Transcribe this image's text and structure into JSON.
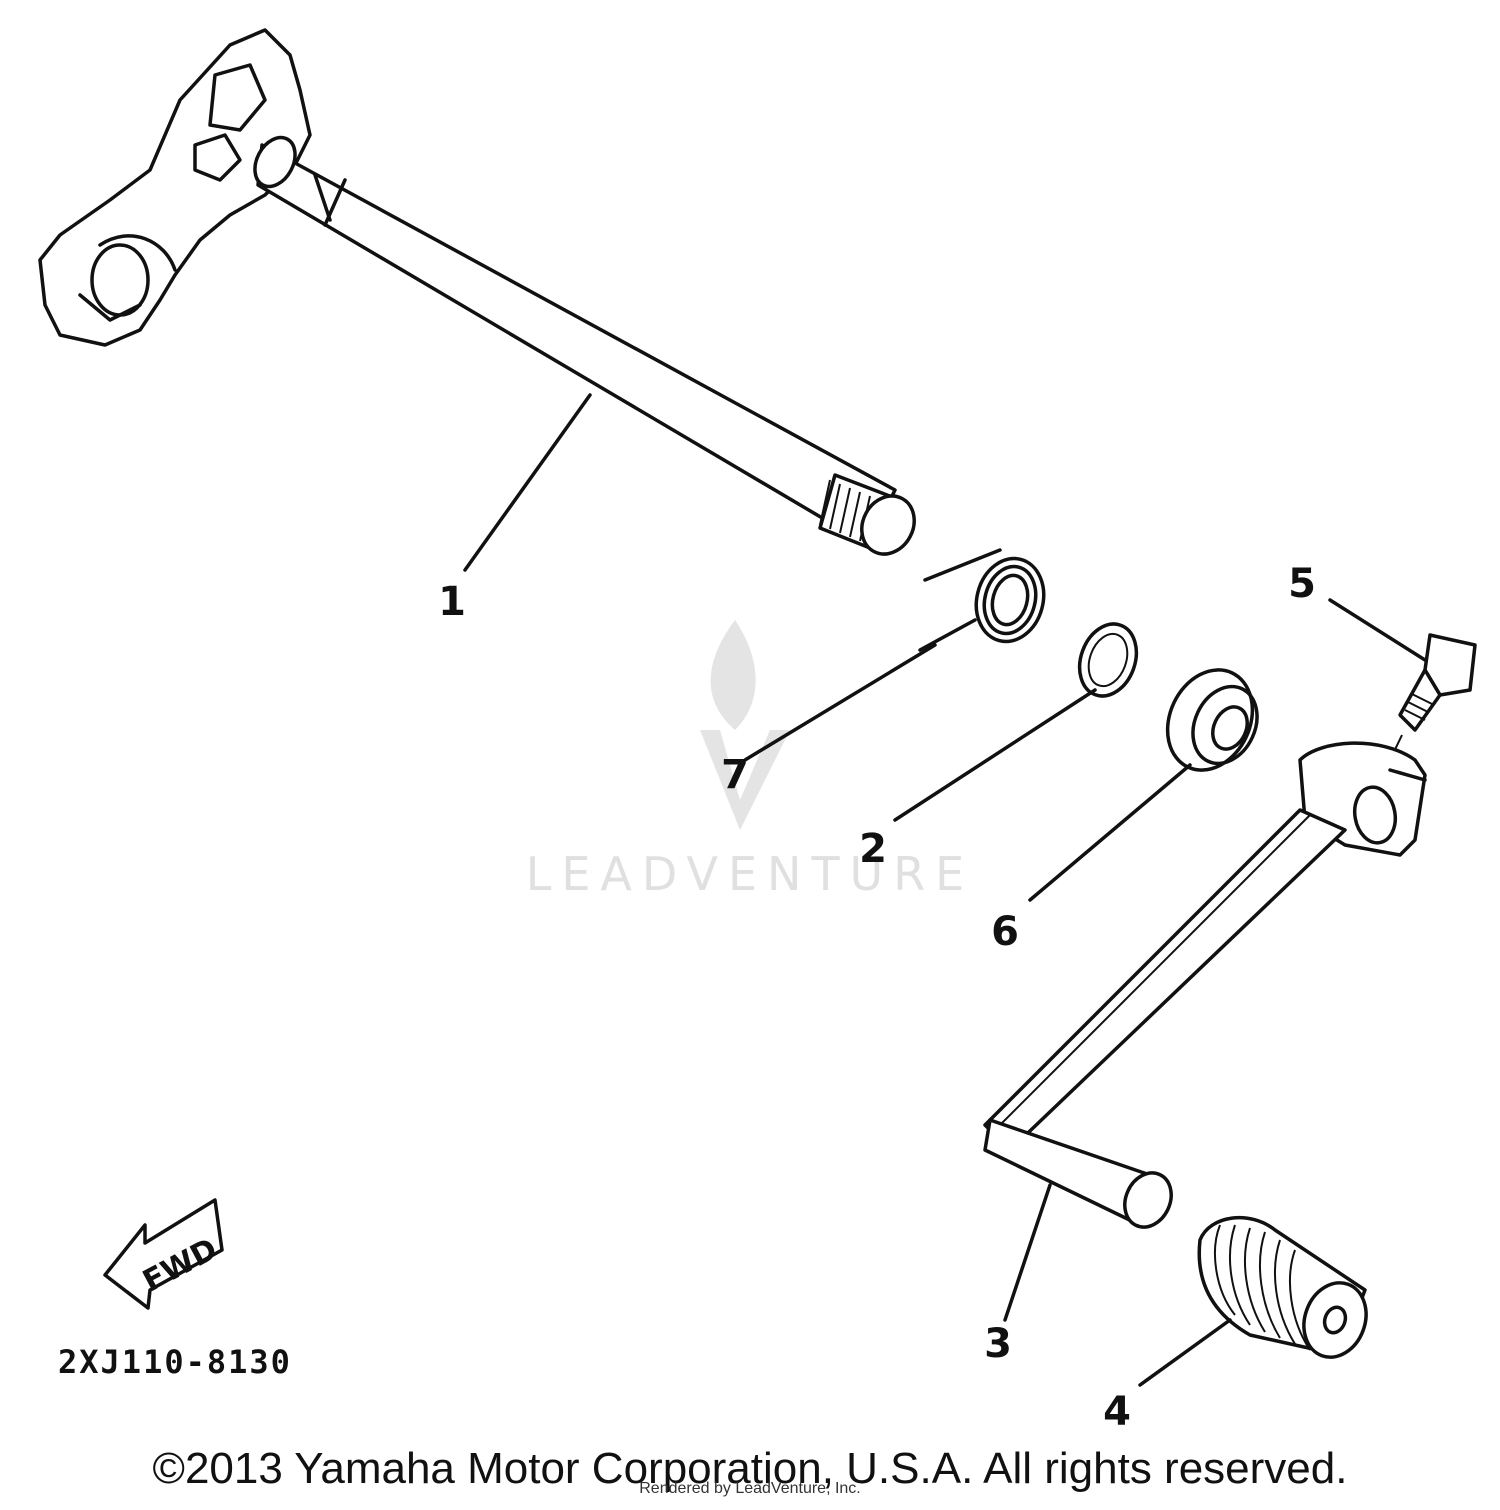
{
  "diagram": {
    "callouts": {
      "c1": "1",
      "c2": "2",
      "c3": "3",
      "c4": "4",
      "c5": "5",
      "c6": "6",
      "c7": "7"
    },
    "arrow_label": "FWD",
    "part_number": "2XJ110-8130",
    "watermark": "LEADVENTURE"
  },
  "footer": {
    "copyright": "©2013 Yamaha Motor Corporation, U.S.A. All rights reserved.",
    "rendered_by": "Rendered by LeadVenture, Inc."
  }
}
